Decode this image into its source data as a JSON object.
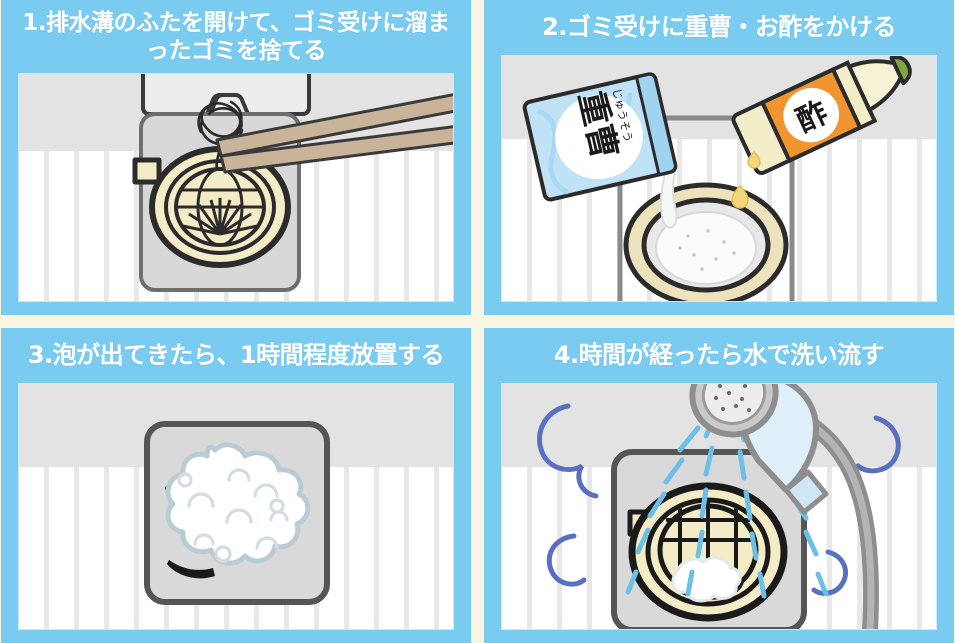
{
  "page": {
    "background_color": "#faf5e3",
    "panel_color": "#79cbf0",
    "title_color": "#ffffff",
    "stage_color": "#e4e4e4",
    "strainer_color": "#f4ecc6",
    "outline_color": "#2b2b2b",
    "chopstick_color": "#c9b49a",
    "vinegar_label_color": "#f0952f",
    "baking_soda_color": "#b8e0f5",
    "water_drop_color": "#6cc0e8",
    "swirl_color": "#5a6fc0",
    "foam_outline_color": "#b9ccd6",
    "layout": "2x2 grid of illustrated how-to steps"
  },
  "panels": [
    {
      "id": "step-1",
      "number": "1.",
      "title": "1.排水溝のふたを開けて、ゴミ受けに溜まったゴミを捨てる",
      "title_lines": [
        "1.排水溝のふたを開けて、ゴミ受けに",
        "溜まったゴミを捨てる"
      ],
      "scene": "bathroom-drain-with-chopsticks",
      "objects": [
        "drain-cover",
        "drain-strainer",
        "hair-clump",
        "chopsticks",
        "tile-wall"
      ]
    },
    {
      "id": "step-2",
      "number": "2.",
      "title": "2.ゴミ受けに重曹・お酢をかける",
      "title_lines": [
        "2.ゴミ受けに重曹・お酢をかける"
      ],
      "scene": "pouring-baking-soda-and-vinegar",
      "objects": [
        "baking-soda-bag",
        "vinegar-bottle",
        "drain-strainer",
        "powder-pour",
        "vinegar-drops"
      ],
      "baking_soda_label": "重曹",
      "baking_soda_furigana": "じゅうそう",
      "vinegar_label": "酢"
    },
    {
      "id": "step-3",
      "number": "3.",
      "title": "3.泡が出てきたら、1時間程度放置する",
      "title_lines": [
        "3.泡が出てきたら、1時間程度放置する"
      ],
      "scene": "foam-bubbling-on-drain",
      "objects": [
        "foam-cloud",
        "drain-pan",
        "tile-wall"
      ]
    },
    {
      "id": "step-4",
      "number": "4.",
      "title": "4.時間が経ったら水で洗い流す",
      "title_lines": [
        "4.時間が経ったら水で洗い流す"
      ],
      "scene": "rinsing-drain-with-shower",
      "objects": [
        "shower-head",
        "shower-hose",
        "water-spray",
        "drain-strainer",
        "residual-foam",
        "swirl-lines"
      ]
    }
  ]
}
